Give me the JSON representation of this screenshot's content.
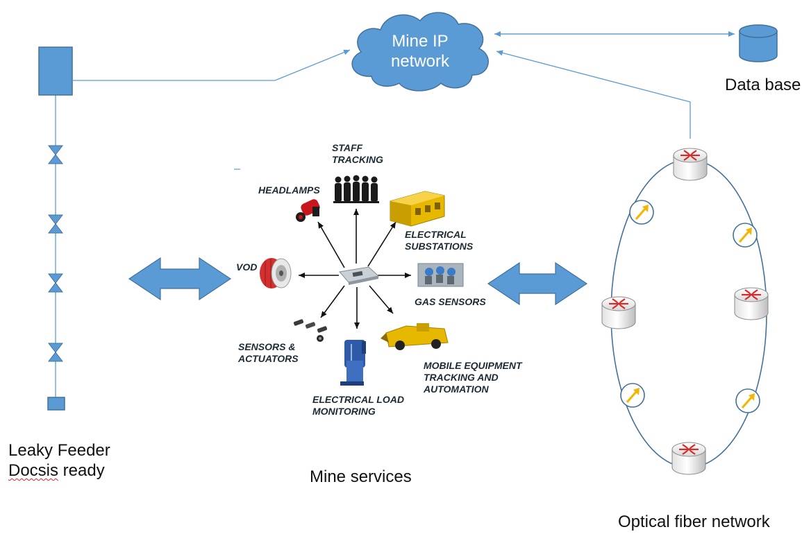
{
  "cloud": {
    "line1": "Mine IP",
    "line2": "network"
  },
  "database": {
    "label": "Data base"
  },
  "leaky_feeder": {
    "line1": "Leaky Feeder",
    "line2_word1": "Docsis",
    "line2_word2": " ready"
  },
  "mine_services": {
    "label": "Mine services"
  },
  "optical": {
    "label": "Optical fiber network"
  },
  "services": {
    "staff_tracking": {
      "line1": "STAFF",
      "line2": "TRACKING"
    },
    "headlamps": "HEADLAMPS",
    "electrical_substations": {
      "line1": "ELECTRICAL",
      "line2": "SUBSTATIONS"
    },
    "vod": "VOD",
    "gas_sensors": "GAS SENSORS",
    "sensors_actuators": {
      "line1": "SENSORS &",
      "line2": "ACTUATORS"
    },
    "electrical_load": {
      "line1": "ELECTRICAL LOAD",
      "line2": "MONITORING"
    },
    "mobile_equipment": {
      "line1": "MOBILE EQUIPMENT",
      "line2": "TRACKING AND",
      "line3": "AUTOMATION"
    }
  },
  "colors": {
    "accent_blue": "#5b9bd5",
    "stroke_blue": "#41719c",
    "router_red": "#d62b2b",
    "amplifier_yellow": "#f2b705"
  }
}
